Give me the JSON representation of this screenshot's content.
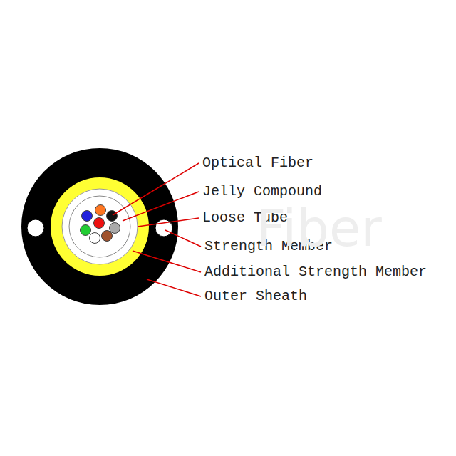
{
  "diagram": {
    "labels": [
      "Optical Fiber",
      "Jelly Compound",
      "Loose Tube",
      "Strength Member",
      "Additional Strength Member",
      "Outer Sheath",
      "Fiber"
    ]
  }
}
